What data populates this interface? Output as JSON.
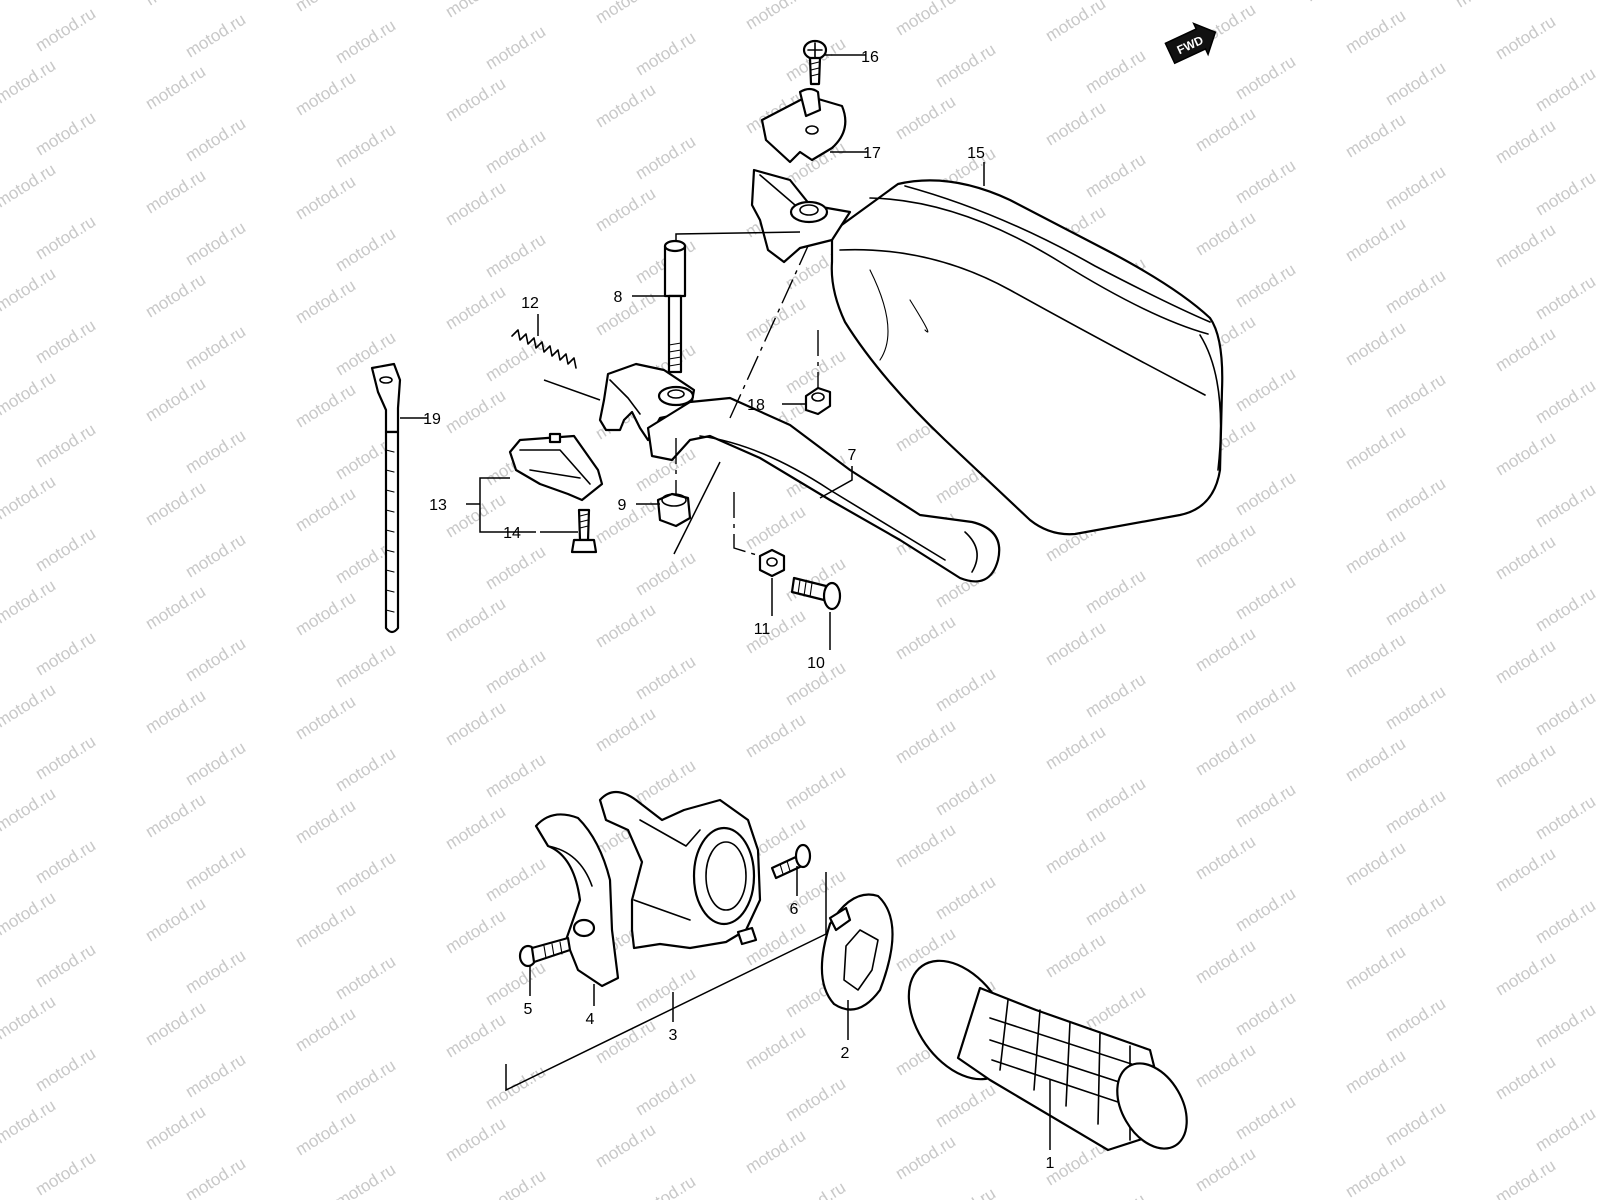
{
  "watermark": {
    "text": "motod.ru",
    "color": "#c8c8c8"
  },
  "fwd_badge": {
    "text": "FWD"
  },
  "callouts": [
    {
      "id": "1",
      "text": "1"
    },
    {
      "id": "2",
      "text": "2"
    },
    {
      "id": "3",
      "text": "3"
    },
    {
      "id": "4",
      "text": "4"
    },
    {
      "id": "5",
      "text": "5"
    },
    {
      "id": "6",
      "text": "6"
    },
    {
      "id": "7",
      "text": "7"
    },
    {
      "id": "8",
      "text": "8"
    },
    {
      "id": "9",
      "text": "9"
    },
    {
      "id": "10",
      "text": "10"
    },
    {
      "id": "11",
      "text": "11"
    },
    {
      "id": "12",
      "text": "12"
    },
    {
      "id": "13",
      "text": "13"
    },
    {
      "id": "14",
      "text": "14"
    },
    {
      "id": "15",
      "text": "15"
    },
    {
      "id": "16",
      "text": "16"
    },
    {
      "id": "17",
      "text": "17"
    },
    {
      "id": "18",
      "text": "18"
    },
    {
      "id": "19",
      "text": "19"
    }
  ]
}
